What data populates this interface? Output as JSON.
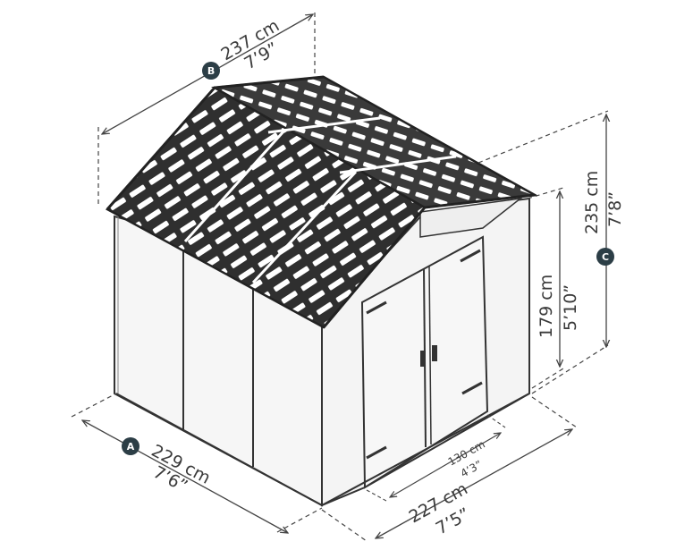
{
  "colors": {
    "line": "#333333",
    "dim_line": "#444444",
    "roof_panel": "#2f2f2f",
    "roof_slot": "#ffffff",
    "wall": "#f4f4f4",
    "badge": "#2c3e46",
    "text": "#3a3a3a"
  },
  "icons": [
    "roof-panel-pattern",
    "door-handle-icon",
    "dimension-arrow-icon"
  ],
  "dimensions": {
    "A": {
      "badge": "A",
      "metric": "229 cm",
      "imperial": "7’6”"
    },
    "B": {
      "badge": "B",
      "metric": "237 cm",
      "imperial": "7’9”"
    },
    "C": {
      "badge": "C",
      "metric": "235 cm",
      "imperial": "7’8”"
    },
    "side_height": {
      "metric": "179 cm",
      "imperial": "5’10”"
    },
    "front_width": {
      "metric": "227  cm",
      "imperial": "7’5”"
    },
    "door_width": {
      "metric": "130 cm",
      "imperial": "4’3”"
    }
  }
}
